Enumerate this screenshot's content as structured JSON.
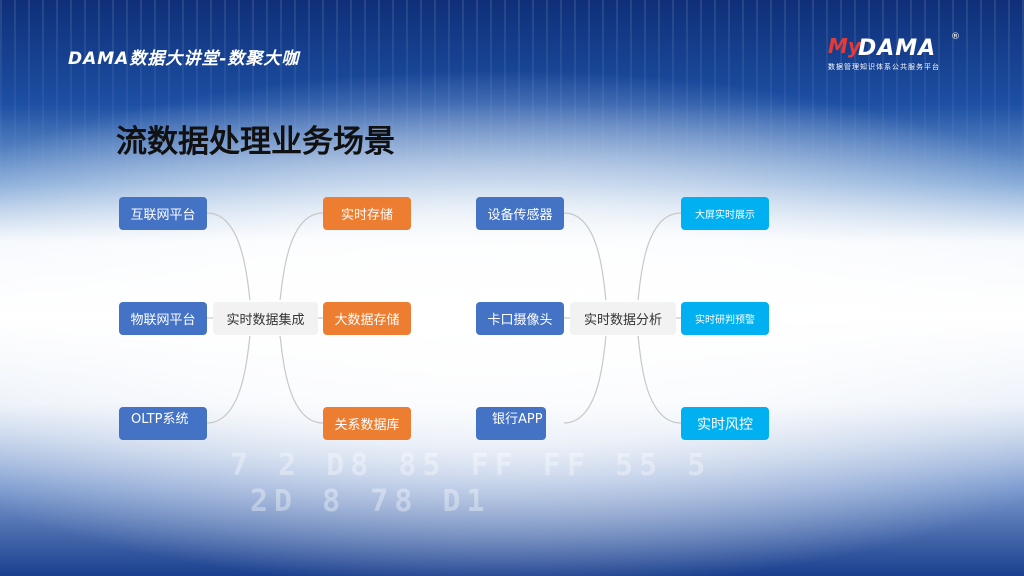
{
  "header": {
    "title": "DAMA数据大讲堂-数聚大咖",
    "logo": {
      "my": "My",
      "dama": "DAMA",
      "reg": "®",
      "subtitle": "数据管理知识体系公共服务平台"
    }
  },
  "page_title": "流数据处理业务场景",
  "background_hex": [
    "7 2 D8 85 FF FF 55 5",
    "2D 8 78 D1"
  ],
  "groups": [
    {
      "hub": "实时数据集成",
      "sources": [
        "互联网平台",
        "物联网平台",
        "OLTP系统"
      ],
      "targets": [
        "实时存储",
        "大数据存储",
        "关系数据库"
      ]
    },
    {
      "hub": "实时数据分析",
      "sources": [
        "设备传感器",
        "卡口摄像头",
        "银行APP"
      ],
      "targets": [
        "大屏实时展示",
        "实时研判预警",
        "实时风控"
      ]
    }
  ],
  "colors": {
    "source": "#4472c4",
    "storage": "#ed7d31",
    "analysis": "#00b0f0",
    "hub": "#f2f2f2"
  }
}
